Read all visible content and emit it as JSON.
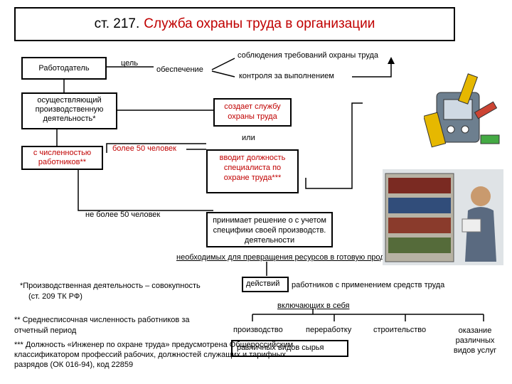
{
  "header": {
    "prefix": "ст. 217.",
    "title": "Служба охраны труда в организации"
  },
  "diagram": {
    "employer": "Работодатель",
    "goal": "цель",
    "provision": "обеспечение",
    "compliance": "соблюдения требований охраны труда",
    "control": "контроля за выполнением",
    "carrying_out": "осуществляющий производственную деятельность*",
    "creates_service": "создает службу охраны труда",
    "or": "или",
    "with_headcount": "с численностью работников**",
    "more_than_50": "более 50 человек",
    "introduces_position": "вводит должность специалиста по охране труда***",
    "not_more_than_50": "не более 50 человек",
    "decides": "принимает решение о с учетом специфики своей производств. деятельности",
    "necessary": "необходимых для превращения ресурсов в готовую продукцию",
    "def_left": "*Производственная деятельность – совокупность",
    "def_source": "(ст. 209 ТК РФ)",
    "def_actions": "действий",
    "def_right": "работников с применением средств труда",
    "including": "включающих в себя",
    "production": "производство",
    "processing": "переработку",
    "raw_materials": "различных видов сырья",
    "construction": "строительство",
    "services": "оказание различных видов услуг",
    "note2": "** Среднесписочная численность работников за отчетный период",
    "note3": "*** Должность «Инженер по охране труда» предусмотрена Общероссийским классификатором профессий рабочих, должностей служащих и тарифных разрядов (ОК 016-94), код 22859"
  },
  "colors": {
    "title_accent": "#c00000",
    "text": "#000000"
  }
}
